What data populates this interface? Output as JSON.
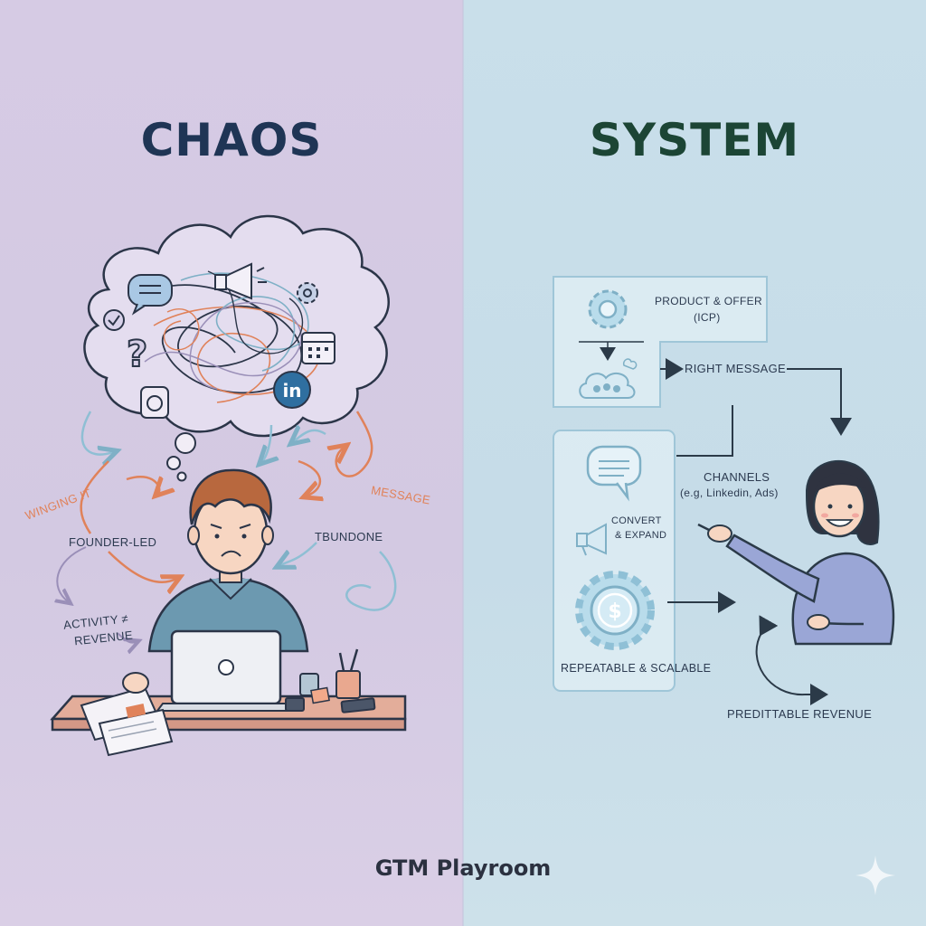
{
  "left": {
    "title": "CHAOS",
    "labels": {
      "winging": "WINGING IT",
      "founder_led": "FOUNDER-LED",
      "activity": "ACTIVITY ≠",
      "revenue": "REVENUE",
      "message": "MESSAGE",
      "tbundone": "TBUNDONE"
    },
    "icons": [
      "chat-bubble-icon",
      "check-circle-icon",
      "question-mark-icon",
      "megaphone-icon",
      "gear-icon",
      "calendar-icon",
      "linkedin-icon",
      "camera-icon",
      "laptop-icon",
      "pencil-cup-icon",
      "coffee-mug-icon",
      "phone-icon"
    ]
  },
  "right": {
    "title": "SYSTEM",
    "product_offer": "PRODUCT & OFFER",
    "icp": "(ICP)",
    "right_message": "RIGHT MESSAGE",
    "channels": "CHANNELS",
    "channels_sub": "(e.g, Linkedin, Ads)",
    "convert": "CONVERT",
    "expand": "& EXPAND",
    "repeatable": "REPEATABLE & SCALABLE",
    "predictable": "PREDITTABLE REVENUE",
    "icons": [
      "gear-icon",
      "cloud-users-icon",
      "chat-bubble-icon",
      "megaphone-icon",
      "dollar-gear-icon"
    ]
  },
  "footer": "GTM Playroom",
  "colors": {
    "left_bg": "#d6cbe4",
    "right_bg": "#c9dfea",
    "chaos_title": "#1f3555",
    "system_title": "#1c4535",
    "accent_orange": "#e0825a",
    "accent_blue": "#8fbfd4"
  }
}
